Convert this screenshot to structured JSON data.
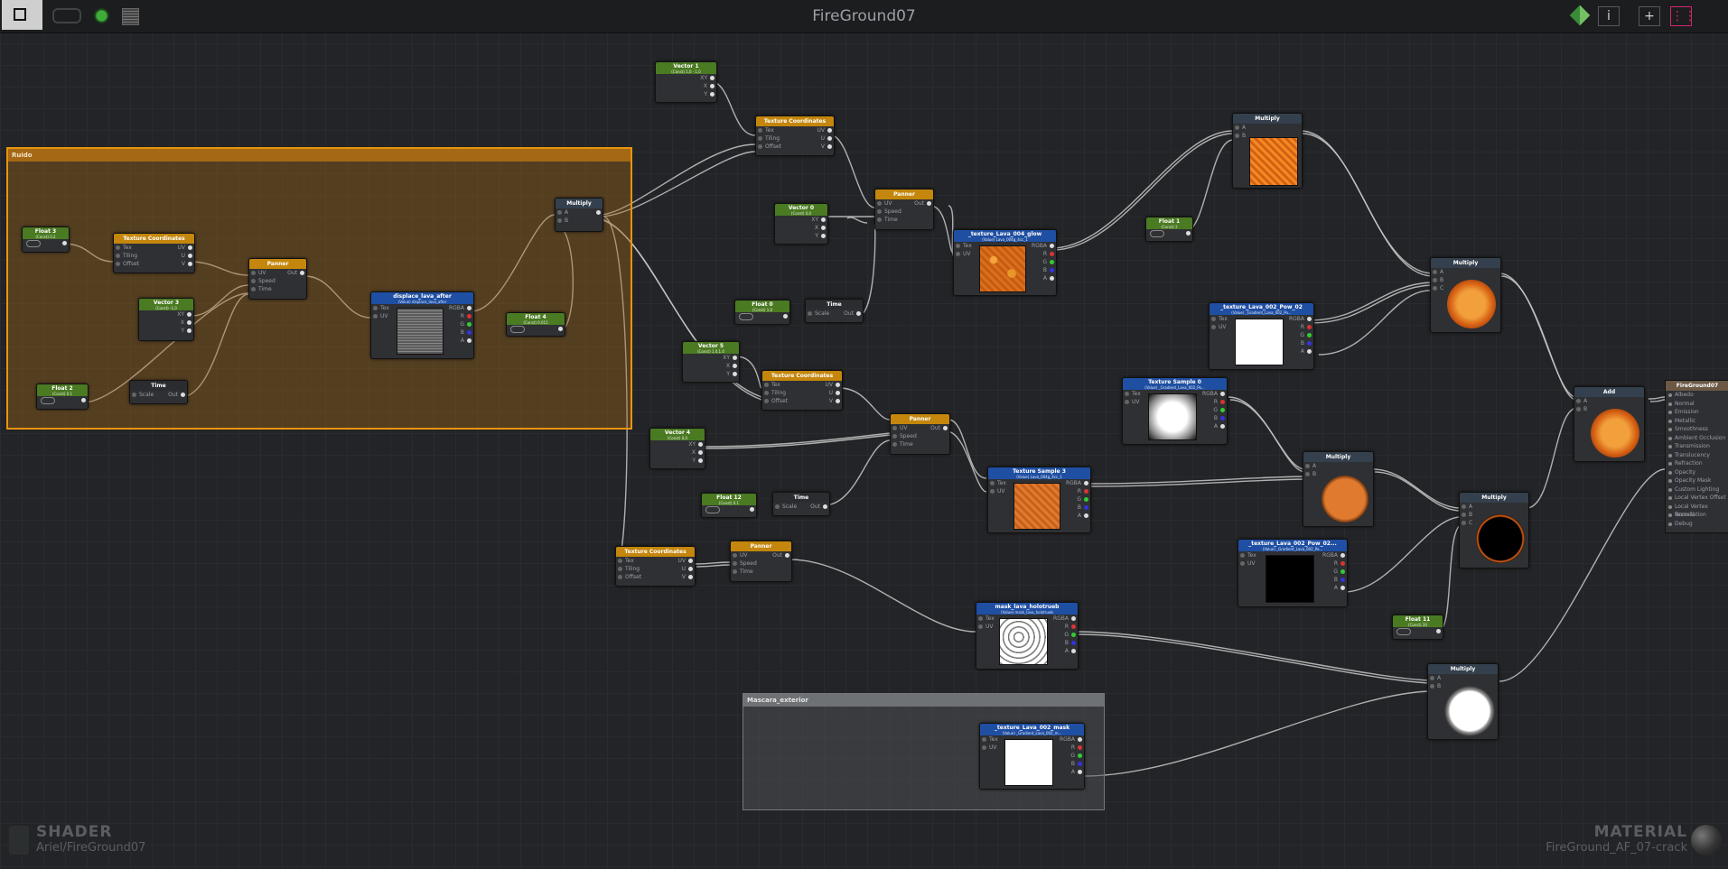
{
  "window": {
    "title": "FireGround07"
  },
  "toolbar": {
    "info_label": "i",
    "plus_label": "+"
  },
  "groups": {
    "ruido": "Ruido",
    "mascara": "Mascara_exterior"
  },
  "nodes": {
    "float3": {
      "title": "Float 3",
      "sub": "(Const) 0.2"
    },
    "texcoord1": {
      "title": "Texture Coordinates",
      "tex": "Tex",
      "tiling": "Tiling",
      "offset": "Offset",
      "uv": "UV",
      "u": "U",
      "v": "V"
    },
    "vector3": {
      "title": "Vector 3",
      "sub": "(Const) -1,0",
      "xy": "XY",
      "x": "X",
      "y": "Y"
    },
    "panner1": {
      "title": "Panner",
      "uv": "UV",
      "speed": "Speed",
      "time": "Time",
      "out": "Out"
    },
    "float2": {
      "title": "Float 2",
      "sub": "(Const) 0.1"
    },
    "time1": {
      "title": "Time",
      "scale": "Scale",
      "out": "Out"
    },
    "displace": {
      "title": "displace_lava_after",
      "sub": "(Value) displace_lava_after",
      "tex": "Tex",
      "uv": "UV",
      "rgba": "RGBA",
      "r": "R",
      "g": "G",
      "b": "B",
      "a": "A"
    },
    "float4": {
      "title": "Float 4",
      "sub": "(Const) 0.015"
    },
    "multiply1": {
      "title": "Multiply",
      "a": "A",
      "b": "B"
    },
    "vector1": {
      "title": "Vector 1",
      "sub": "(Const) 1,0 - 1,0",
      "xy": "XY",
      "x": "X",
      "y": "Y"
    },
    "texcoord2": {
      "title": "Texture Coordinates",
      "tex": "Tex",
      "tiling": "Tiling",
      "offset": "Offset",
      "uv": "UV",
      "u": "U",
      "v": "V"
    },
    "vector0": {
      "title": "Vector 0",
      "sub": "(Const) 0,0",
      "xy": "XY",
      "x": "X",
      "y": "Y"
    },
    "panner2": {
      "title": "Panner",
      "uv": "UV",
      "speed": "Speed",
      "time": "Time",
      "out": "Out"
    },
    "float0": {
      "title": "Float 0",
      "sub": "(Const) 1.0"
    },
    "time2": {
      "title": "Time",
      "scale": "Scale",
      "out": "Out"
    },
    "lava004": {
      "title": "_texture_Lava_004_glow",
      "sub": "(Value) Lava_004g_4cc_1",
      "tex": "Tex",
      "uv": "UV",
      "rgba": "RGBA",
      "r": "R",
      "g": "G",
      "b": "B",
      "a": "A"
    },
    "vector5": {
      "title": "Vector 5",
      "sub": "(Const) 1.0,1.0",
      "xy": "XY",
      "x": "X",
      "y": "Y"
    },
    "texcoord3": {
      "title": "Texture Coordinates",
      "tex": "Tex",
      "tiling": "Tiling",
      "offset": "Offset",
      "uv": "UV",
      "u": "U",
      "v": "V"
    },
    "panner3": {
      "title": "Panner",
      "uv": "UV",
      "speed": "Speed",
      "time": "Time",
      "out": "Out"
    },
    "vector4": {
      "title": "Vector 4",
      "sub": "(Const) 0,0",
      "xy": "XY",
      "x": "X",
      "y": "Y"
    },
    "float12": {
      "title": "Float 12",
      "sub": "(Const) 0.1"
    },
    "time3": {
      "title": "Time",
      "scale": "Scale",
      "out": "Out"
    },
    "texsample3": {
      "title": "Texture Sample 3",
      "sub": "(Value) Lava_004g_4cc_1",
      "tex": "Tex",
      "uv": "UV",
      "rgba": "RGBA",
      "r": "R",
      "g": "G",
      "b": "B",
      "a": "A"
    },
    "texcoord4": {
      "title": "Texture Coordinates",
      "tex": "Tex",
      "tiling": "Tiling",
      "offset": "Offset",
      "uv": "UV",
      "u": "U",
      "v": "V"
    },
    "panner4": {
      "title": "Panner",
      "uv": "UV",
      "speed": "Speed",
      "time": "Time",
      "out": "Out"
    },
    "maskholo": {
      "title": "mask_lava_holotrueb",
      "sub": "(Value) mask_lava_holotrueb",
      "tex": "Tex",
      "uv": "UV",
      "rgba": "RGBA",
      "r": "R",
      "g": "G",
      "b": "B",
      "a": "A"
    },
    "float1": {
      "title": "Float 1",
      "sub": "(Const) 2"
    },
    "multiply2": {
      "title": "Multiply",
      "a": "A",
      "b": "B"
    },
    "lava002pos02": {
      "title": "_texture_Lava_002_Pow_02",
      "sub": "(Value) _Gradient_Lava_002_Po...",
      "tex": "Tex",
      "uv": "UV",
      "rgba": "RGBA",
      "r": "R",
      "g": "G",
      "b": "B",
      "a": "A"
    },
    "multiply3": {
      "title": "Multiply",
      "a": "A",
      "b": "B",
      "c": "C"
    },
    "texsample0": {
      "title": "Texture Sample 0",
      "sub": "(Value) _Gradient_Lava_002_Po...",
      "tex": "Tex",
      "uv": "UV",
      "rgba": "RGBA",
      "r": "R",
      "g": "G",
      "b": "B",
      "a": "A"
    },
    "multiply4": {
      "title": "Multiply",
      "a": "A",
      "b": "B"
    },
    "lava002pos02b": {
      "title": "_texture_Lava_002_Pow_02...",
      "sub": "(Value) _Gradient_Lava_002_Po...",
      "tex": "Tex",
      "uv": "UV",
      "rgba": "RGBA",
      "r": "R",
      "g": "G",
      "b": "B",
      "a": "A"
    },
    "multiply5": {
      "title": "Multiply",
      "a": "A",
      "b": "B",
      "c": "C"
    },
    "float11": {
      "title": "Float 11",
      "sub": "(Const) 20"
    },
    "add": {
      "title": "Add",
      "a": "A",
      "b": "B"
    },
    "multiply6": {
      "title": "Multiply",
      "a": "A",
      "b": "B"
    },
    "lava002mask": {
      "title": "_texture_Lava_002_mask",
      "sub": "(Value) _Gradient_Lava_002_m...",
      "tex": "Tex",
      "uv": "UV",
      "rgba": "RGBA",
      "r": "R",
      "g": "G",
      "b": "B",
      "a": "A"
    }
  },
  "output": {
    "title": "FireGround07",
    "props": [
      "Albedo",
      "Normal",
      "Emission",
      "Metallic",
      "Smoothness",
      "Ambient Occlusion",
      "Transmission",
      "Translucency",
      "Refraction",
      "Opacity",
      "Opacity Mask",
      "Custom Lighting",
      "Local Vertex Offset",
      "Local Vertex Normal",
      "Tessellation",
      "Debug"
    ]
  },
  "footer": {
    "shader_label": "SHADER",
    "shader_path": "Ariel/FireGround07",
    "material_label": "MATERIAL",
    "material_name": "FireGround_AF_07-crack"
  }
}
